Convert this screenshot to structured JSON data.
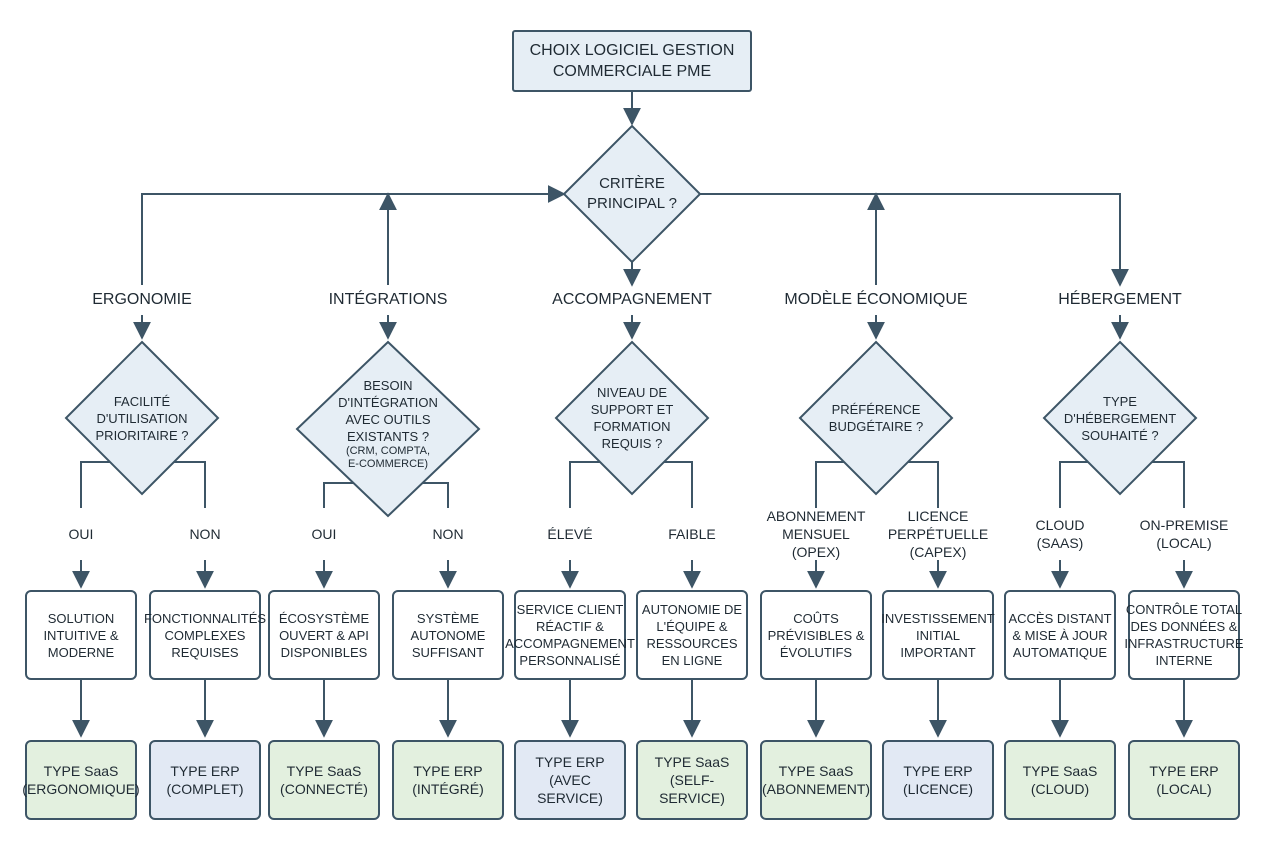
{
  "colors": {
    "line": "#3d5566",
    "diamond_fill": "#e6eef5",
    "result_green": "#e3f0df",
    "result_blue": "#e2e9f4"
  },
  "root": {
    "text": "CHOIX LOGICIEL GESTION\nCOMMERCIALE PME"
  },
  "main_question": {
    "text": "CRITÈRE\nPRINCIPAL ?"
  },
  "branches": [
    {
      "category": "ERGONOMIE",
      "question": "FACILITÉ\nD'UTILISATION\nPRIORITAIRE ?",
      "options": [
        {
          "label": "OUI",
          "detail": "SOLUTION\nINTUITIVE &\nMODERNE",
          "result": "TYPE SaaS\n(ERGONOMIQUE)",
          "color": "green"
        },
        {
          "label": "NON",
          "detail": "FONCTIONNALITÉS\nCOMPLEXES\nREQUISES",
          "result": "TYPE ERP\n(COMPLET)",
          "color": "blue"
        }
      ]
    },
    {
      "category": "INTÉGRATIONS",
      "question": "BESOIN\nD'INTÉGRATION\nAVEC OUTILS\nEXISTANTS ?",
      "question_note": "(CRM, COMPTA,\nE-COMMERCE)",
      "options": [
        {
          "label": "OUI",
          "detail": "ÉCOSYSTÈME\nOUVERT & API\nDISPONIBLES",
          "result": "TYPE SaaS\n(CONNECTÉ)",
          "color": "green"
        },
        {
          "label": "NON",
          "detail": "SYSTÈME\nAUTONOME\nSUFFISANT",
          "result": "TYPE ERP\n(INTÉGRÉ)",
          "color": "green"
        }
      ]
    },
    {
      "category": "ACCOMPAGNEMENT",
      "question": "NIVEAU DE\nSUPPORT ET\nFORMATION\nREQUIS ?",
      "options": [
        {
          "label": "ÉLEVÉ",
          "detail": "SERVICE CLIENT\nRÉACTIF &\nACCOMPAGNEMENT\nPERSONNALISÉ",
          "result": "TYPE ERP\n(AVEC SERVICE)",
          "color": "blue"
        },
        {
          "label": "FAIBLE",
          "detail": "AUTONOMIE DE\nL'ÉQUIPE &\nRESSOURCES\nEN LIGNE",
          "result": "TYPE SaaS\n(SELF-SERVICE)",
          "color": "green"
        }
      ]
    },
    {
      "category": "MODÈLE ÉCONOMIQUE",
      "question": "PRÉFÉRENCE\nBUDGÉTAIRE ?",
      "options": [
        {
          "label": "ABONNEMENT\nMENSUEL\n(OPEX)",
          "detail": "COÛTS\nPRÉVISIBLES &\nÉVOLUTIFS",
          "result": "TYPE SaaS\n(ABONNEMENT)",
          "color": "green"
        },
        {
          "label": "LICENCE\nPERPÉTUELLE\n(CAPEX)",
          "detail": "INVESTISSEMENT\nINITIAL\nIMPORTANT",
          "result": "TYPE ERP\n(LICENCE)",
          "color": "blue"
        }
      ]
    },
    {
      "category": "HÉBERGEMENT",
      "question": "TYPE\nD'HÉBERGEMENT\nSOUHAITÉ ?",
      "options": [
        {
          "label": "CLOUD\n(SAAS)",
          "detail": "ACCÈS DISTANT\n& MISE À JOUR\nAUTOMATIQUE",
          "result": "TYPE SaaS\n(CLOUD)",
          "color": "green"
        },
        {
          "label": "ON-PREMISE\n(LOCAL)",
          "detail": "CONTRÔLE TOTAL\nDES DONNÉES &\nINFRASTRUCTURE\nINTERNE",
          "result": "TYPE ERP\n(LOCAL)",
          "color": "green"
        }
      ]
    }
  ]
}
